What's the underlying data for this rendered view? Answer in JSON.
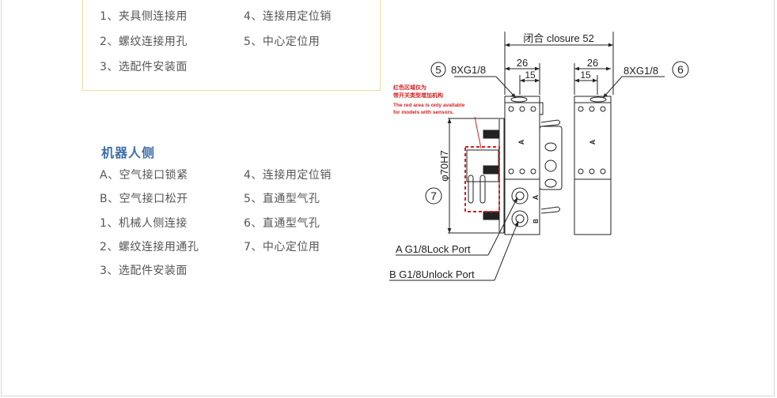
{
  "tool_side": {
    "items": [
      "1、夹具侧连接用",
      "2、螺纹连接用孔",
      "3、选配件安装面",
      "4、连接用定位销",
      "5、中心定位用"
    ]
  },
  "robot_side": {
    "title": "机器人侧",
    "items": [
      "A、空气接口锁紧",
      "B、空气接口松开",
      "1、机械人侧连接",
      "2、螺纹连接用通孔",
      "3、选配件安装面",
      "4、连接用定位销",
      "5、直通型气孔",
      "6、直通型气孔",
      "7、中心定位用"
    ]
  },
  "diagram": {
    "closure_label": "闭合 closure 52",
    "dim_26_left": "26",
    "dim_15_left": "15",
    "dim_26_right": "26",
    "dim_15_right": "15",
    "callout_5": "5",
    "callout_6": "6",
    "callout_7": "7",
    "port_left": "8XG1/8",
    "port_right": "8XG1/8",
    "diameter_label": "φ70H7",
    "note_cn_1": "红色区域仅为",
    "note_cn_2": "带开关类型增加机构",
    "note_en_1": "The red area is only available",
    "note_en_2": "for models with sensors.",
    "port_a_label": "A G1/8Lock Port",
    "port_b_label": "B G1/8Unlock Port",
    "mark_a": "A",
    "mark_b": "B",
    "colors": {
      "line": "#222222",
      "red": "#d62020"
    }
  }
}
